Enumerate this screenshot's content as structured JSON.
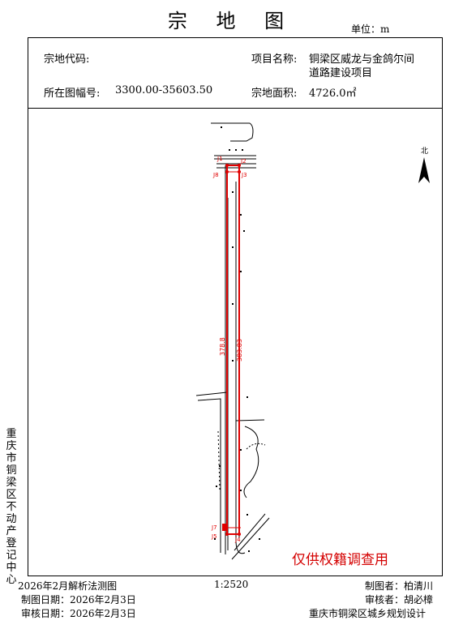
{
  "header": {
    "title": "宗 地 图",
    "unit": "单位：m"
  },
  "info": {
    "parcel_code_label": "宗地代码:",
    "parcel_code_value": "",
    "project_name_label": "项目名称:",
    "project_name_line1": "铜梁区威龙与金鸽尔间",
    "project_name_line2": "道路建设项目",
    "map_sheet_label": "所在图幅号:",
    "map_sheet_value": "3300.00-35603.50",
    "area_label": "宗地面积:",
    "area_value": "4726.0㎡"
  },
  "map": {
    "north_label": "北",
    "points": [
      "J1",
      "J2",
      "J3",
      "J4",
      "J5",
      "J7",
      "J8"
    ],
    "dimension_left": "378.8",
    "dimension_right": "383.83",
    "boundary_color": "#e00000"
  },
  "stamp": "仅供权籍调查用",
  "side_text": "重庆市铜梁区不动产登记中心",
  "footer": {
    "survey_method": "2026年2月解析法测图",
    "draw_date": "制图日期：2026年2月3日",
    "review_date": "审核日期：2026年2月3日",
    "scale": "1:2520",
    "drafter": "制图者：柏清川",
    "reviewer": "审核者：胡必樟",
    "org": "重庆市铜梁区城乡规划设计"
  }
}
